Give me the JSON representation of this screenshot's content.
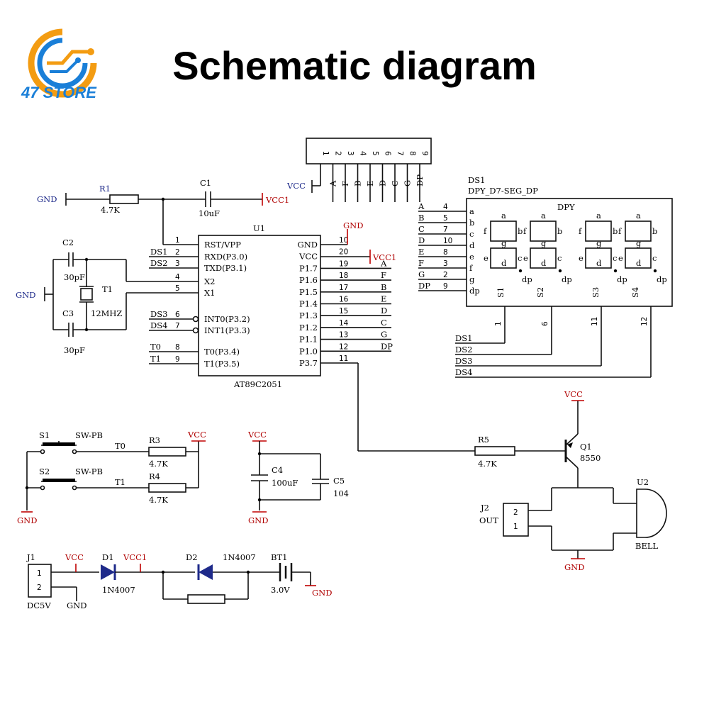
{
  "header": {
    "title": "Schematic diagram",
    "brand": "47 STORE",
    "brand_color": "#1a7fd8"
  },
  "u1": {
    "ref": "U1",
    "part": "AT89C2051",
    "left_pins": [
      {
        "num": "1",
        "name": "RST/VPP",
        "net": ""
      },
      {
        "num": "2",
        "name": "RXD(P3.0)",
        "net": "DS1"
      },
      {
        "num": "3",
        "name": "TXD(P3.1)",
        "net": "DS2"
      },
      {
        "num": "4",
        "name": "X2",
        "net": ""
      },
      {
        "num": "5",
        "name": "X1",
        "net": ""
      },
      {
        "num": "6",
        "name": "INT0(P3.2)",
        "net": "DS3"
      },
      {
        "num": "7",
        "name": "INT1(P3.3)",
        "net": "DS4"
      },
      {
        "num": "8",
        "name": "T0(P3.4)",
        "net": "T0"
      },
      {
        "num": "9",
        "name": "T1(P3.5)",
        "net": "T1"
      }
    ],
    "right_pins": [
      {
        "num": "10",
        "name": "GND",
        "net": "GND"
      },
      {
        "num": "20",
        "name": "VCC",
        "net": "VCC1"
      },
      {
        "num": "19",
        "name": "P1.7",
        "net": "A"
      },
      {
        "num": "18",
        "name": "P1.6",
        "net": "F"
      },
      {
        "num": "17",
        "name": "P1.5",
        "net": "B"
      },
      {
        "num": "16",
        "name": "P1.4",
        "net": "E"
      },
      {
        "num": "15",
        "name": "P1.3",
        "net": "D"
      },
      {
        "num": "14",
        "name": "P1.2",
        "net": "C"
      },
      {
        "num": "13",
        "name": "P1.1",
        "net": "G"
      },
      {
        "num": "12",
        "name": "P1.0",
        "net": "DP"
      },
      {
        "num": "11",
        "name": "P3.7",
        "net": ""
      }
    ]
  },
  "labels": {
    "gnd": "GND",
    "vcc": "VCC",
    "vcc1": "VCC1",
    "r1": "R1",
    "r1_val": "4.7K",
    "c1": "C1",
    "c1_val": "10uF",
    "c2": "C2",
    "c2_val": "30pF",
    "c3": "C3",
    "c3_val": "30pF",
    "t1": "T1",
    "t1_val": "12MHZ",
    "s1": "S1",
    "s2": "S2",
    "sw": "SW-PB",
    "t0": "T0",
    "t1net": "T1",
    "r3": "R3",
    "r4": "R4",
    "r34_val": "4.7K",
    "c4": "C4",
    "c4_val": "100uF",
    "c5": "C5",
    "c5_val": "104",
    "j1": "J1",
    "j1_val": "DC5V",
    "d1": "D1",
    "d1_val": "1N4007",
    "d2": "D2",
    "d2_val": "1N4007",
    "bt1": "BT1",
    "bt1_val": "3.0V",
    "r5": "R5",
    "r5_val": "4.7K",
    "q1": "Q1",
    "q1_val": "8550",
    "j2": "J2",
    "j2_val": "OUT",
    "u2": "U2",
    "u2_val": "BELL",
    "ds1": "DS1",
    "ds1_val": "DPY_D7-SEG_DP",
    "dpy": "DPY",
    "jp_pins": [
      "1",
      "2",
      "3",
      "4",
      "5",
      "6",
      "7",
      "8",
      "9"
    ],
    "jp_nets": [
      "A",
      "F",
      "B",
      "E",
      "D",
      "C",
      "G",
      "DP"
    ],
    "ds_left": [
      {
        "net": "A",
        "pin": "4",
        "seg": "a"
      },
      {
        "net": "B",
        "pin": "5",
        "seg": "b"
      },
      {
        "net": "C",
        "pin": "7",
        "seg": "c"
      },
      {
        "net": "D",
        "pin": "10",
        "seg": "d"
      },
      {
        "net": "E",
        "pin": "8",
        "seg": "e"
      },
      {
        "net": "F",
        "pin": "3",
        "seg": "f"
      },
      {
        "net": "G",
        "pin": "2",
        "seg": "g"
      },
      {
        "net": "DP",
        "pin": "9",
        "seg": "dp"
      }
    ],
    "ds_digits": [
      "S1",
      "S2",
      "S3",
      "S4"
    ],
    "ds_bottom_pins": [
      "1",
      "6",
      "11",
      "12"
    ],
    "ds_nets": [
      "DS1",
      "DS2",
      "DS3",
      "DS4"
    ],
    "connector_pins": [
      "1",
      "2"
    ],
    "j2_pins": [
      "2",
      "1"
    ]
  }
}
